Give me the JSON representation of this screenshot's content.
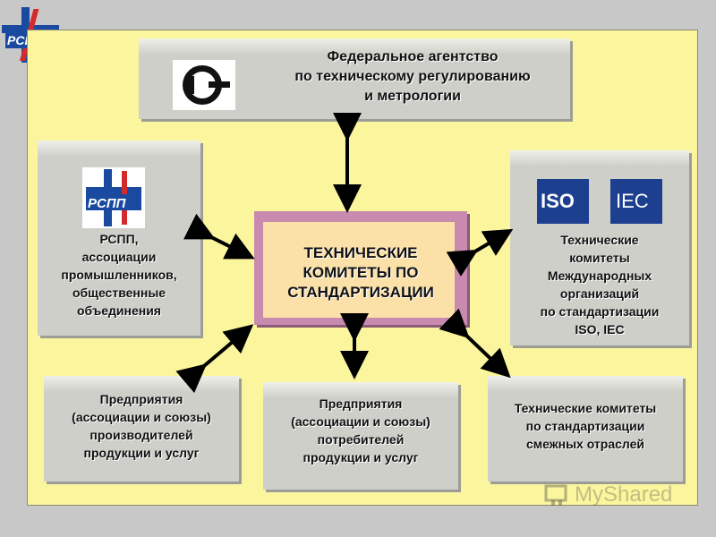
{
  "corner_logo": "РСПП",
  "top": {
    "l1": "Федеральное агентство",
    "l2": "по техническому регулированию",
    "l3": "и метрологии",
    "logo": "РСТ"
  },
  "left": {
    "logo": "РСПП",
    "l1": "РСПП,",
    "l2": "ассоциации",
    "l3": "промышленников,",
    "l4": "общественные",
    "l5": "объединения"
  },
  "right": {
    "logo1": "ISO",
    "logo2": "IEC",
    "l1": "Технические",
    "l2": "комитеты",
    "l3": "Международных",
    "l4": "организаций",
    "l5": "по стандартизации",
    "l6": "ISO, IEC"
  },
  "center": {
    "l1": "ТЕХНИЧЕСКИЕ",
    "l2": "КОМИТЕТЫ ПО",
    "l3": "СТАНДАРТИЗАЦИИ"
  },
  "bottom_left": {
    "l1": "Предприятия",
    "l2": "(ассоциации и союзы)",
    "l3": "производителей",
    "l4": "продукции и услуг"
  },
  "bottom_mid": {
    "l1": "Предприятия",
    "l2": "(ассоциации и союзы)",
    "l3": "потребителей",
    "l4": "продукции и услуг"
  },
  "bottom_right": {
    "l1": "Технические комитеты",
    "l2": "по стандартизации",
    "l3": "смежных отраслей"
  },
  "watermark": "MyShared"
}
